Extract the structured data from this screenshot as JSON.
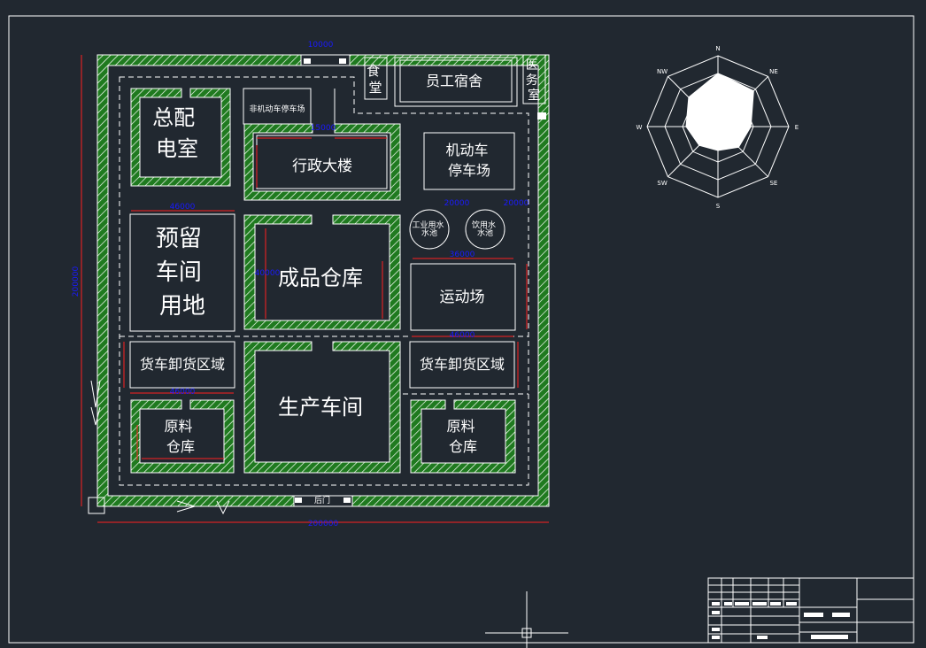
{
  "buildings": {
    "power_room": "总配\n电室",
    "bike_parking": "非机动车停车场",
    "admin": "行政大楼",
    "canteen": "食堂",
    "dormitory": "员工宿舍",
    "clinic": "医务室",
    "car_parking": "机动车\n停车场",
    "reserved": "预留\n车间\n用地",
    "warehouse_finished": "成品仓库",
    "industrial_pool": "工业用水\n水池",
    "drinking_pool": "饮用水\n水池",
    "sports": "运动场",
    "unload_left": "货车卸货区域",
    "unload_right": "货车卸货区域",
    "workshop": "生产车间",
    "raw_left": "原料\n仓库",
    "raw_right": "原料\n仓库",
    "back_gate": "后门"
  },
  "dimensions": {
    "total_width": "200000",
    "total_height": "200000",
    "gate_top": "10000",
    "admin_top": "15000",
    "warehouse_width": "40000",
    "reserved_width": "46000",
    "sports_width": "36000",
    "unload_width": "46000",
    "pool": "20000"
  },
  "compass": {
    "labels": [
      "N",
      "NE",
      "E",
      "SE",
      "S",
      "SW",
      "W",
      "NW"
    ],
    "values": [
      1.0,
      0.95,
      0.62,
      0.55,
      0.45,
      0.5,
      0.6,
      0.78
    ]
  },
  "colors": {
    "background": "#212830",
    "border": "#ffffff",
    "hatch": "#1f7a1f",
    "dimension": "#1a1aff",
    "dim_line": "#ff2020"
  }
}
